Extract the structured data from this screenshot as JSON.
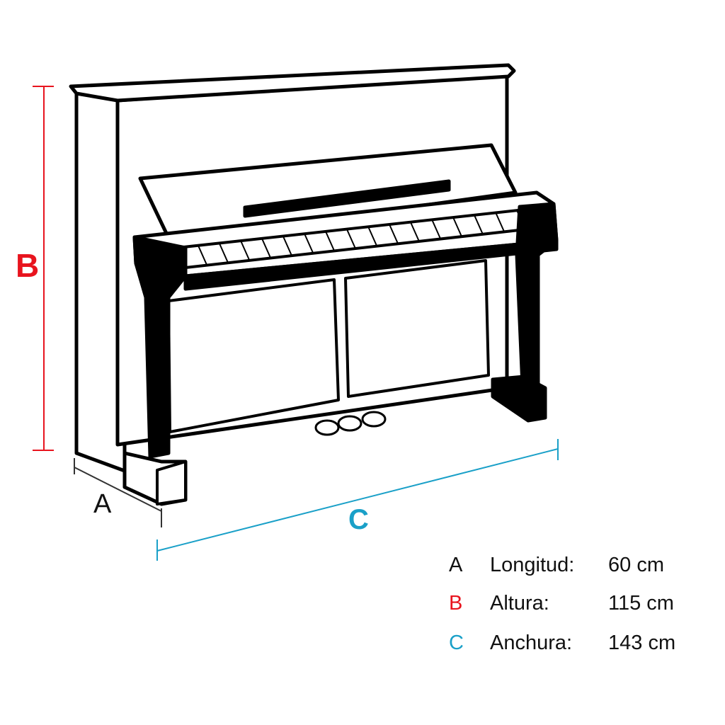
{
  "dimension_labels": {
    "a": "A",
    "b": "B",
    "c": "C"
  },
  "legend": [
    {
      "letter": "A",
      "name": "Longitud:",
      "value": "60 cm",
      "color": "#111111"
    },
    {
      "letter": "B",
      "name": "Altura:",
      "value": "115 cm",
      "color": "#e8141e"
    },
    {
      "letter": "C",
      "name": "Anchura:",
      "value": "143 cm",
      "color": "#1aa0c8"
    }
  ],
  "colors": {
    "a_line": "#333333",
    "b_line": "#e8141e",
    "c_line": "#1aa0c8",
    "ink": "#000000"
  }
}
